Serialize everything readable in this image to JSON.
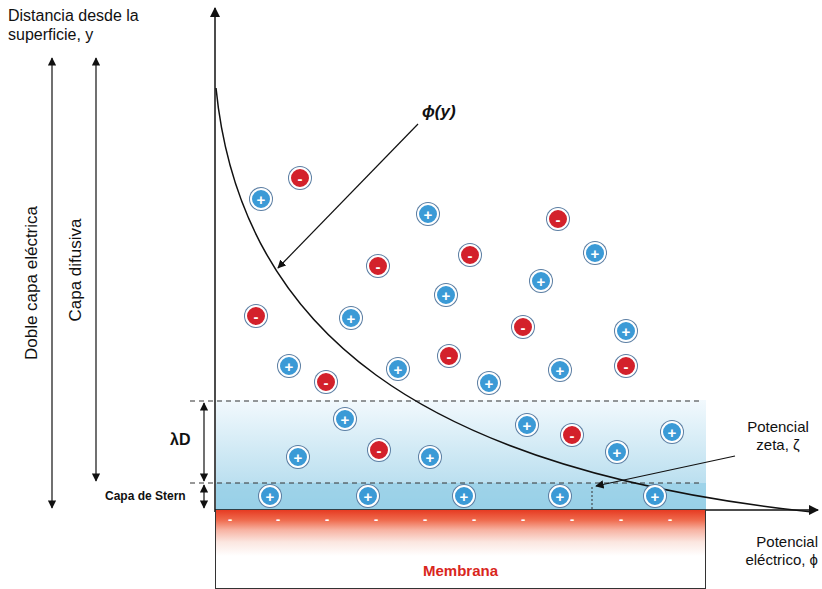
{
  "diagram": {
    "nodes": [
      {
        "text": [
          "Membrana"
        ]
      },
      {
        "text": [
          "+"
        ]
      },
      {
        "text": [
          "+"
        ]
      },
      {
        "text": [
          "+"
        ]
      },
      {
        "text": [
          "+"
        ]
      },
      {
        "text": [
          "+"
        ]
      },
      {
        "text": [
          "+"
        ]
      },
      {
        "text": [
          "+"
        ]
      },
      {
        "text": [
          "+"
        ]
      },
      {
        "text": [
          "+"
        ]
      },
      {
        "text": [
          "+"
        ]
      },
      {
        "text": [
          "+"
        ]
      },
      {
        "text": [
          "+"
        ]
      },
      {
        "text": [
          "+"
        ]
      },
      {
        "text": [
          "+"
        ]
      },
      {
        "text": [
          "+"
        ]
      },
      {
        "text": [
          "+"
        ]
      },
      {
        "text": [
          "+"
        ]
      },
      {
        "text": [
          "+"
        ]
      },
      {
        "text": [
          "+"
        ]
      },
      {
        "text": [
          "+"
        ]
      },
      {
        "text": [
          "+"
        ]
      },
      {
        "text": [
          "+"
        ]
      },
      {
        "text": [
          "-"
        ]
      },
      {
        "text": [
          "-"
        ]
      },
      {
        "text": [
          "-"
        ]
      },
      {
        "text": [
          "-"
        ]
      },
      {
        "text": [
          "-"
        ]
      },
      {
        "text": [
          "-"
        ]
      },
      {
        "text": [
          "-"
        ]
      },
      {
        "text": [
          "-"
        ]
      },
      {
        "text": [
          "-"
        ]
      },
      {
        "text": [
          "-"
        ]
      },
      {
        "text": [
          "-"
        ]
      }
    ],
    "labels": [
      "Distancia desde la superficie, y",
      "Doble capa eléctrica",
      "Capa difusiva",
      "ϕ(y)",
      "λD",
      "Capa de Stern",
      "Potencial zeta, ζ",
      "Potencial eléctrico, ϕ",
      "-",
      "-",
      "-",
      "-",
      "-",
      "-",
      "-",
      "-",
      "-",
      "-"
    ]
  }
}
